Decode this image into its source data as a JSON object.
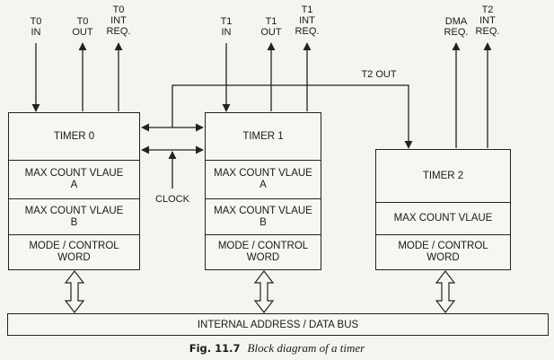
{
  "signals": {
    "t0_in": "T0\nIN",
    "t0_out": "T0\nOUT",
    "t0_int_req": "T0\nINT\nREQ.",
    "t1_in": "T1\nIN",
    "t1_out": "T1\nOUT",
    "t1_int_req": "T1\nINT\nREQ.",
    "dma_req": "DMA\nREQ.",
    "t2_int_req": "T2\nINT\nREQ.",
    "t2_out": "T2 OUT",
    "clock": "CLOCK"
  },
  "timer0": {
    "title": "TIMER 0",
    "max_a": "MAX COUNT VLAUE\nA",
    "max_b": "MAX COUNT VLAUE\nB",
    "mode": "MODE / CONTROL\nWORD"
  },
  "timer1": {
    "title": "TIMER 1",
    "max_a": "MAX COUNT VLAUE\nA",
    "max_b": "MAX COUNT VLAUE\nB",
    "mode": "MODE / CONTROL\nWORD"
  },
  "timer2": {
    "title": "TIMER 2",
    "max": "MAX COUNT VLAUE",
    "mode": "MODE / CONTROL\nWORD"
  },
  "bus": {
    "label": "INTERNAL ADDRESS / DATA BUS"
  },
  "caption": {
    "fig": "Fig. 11.7",
    "text": "Block diagram of a timer"
  }
}
